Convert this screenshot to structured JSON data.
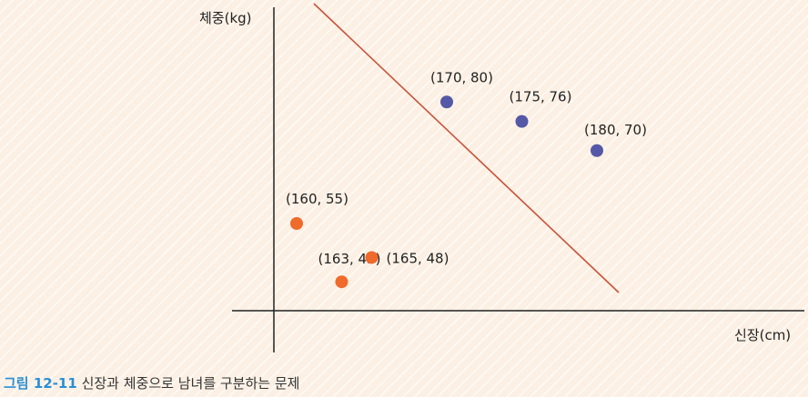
{
  "chart_data": {
    "type": "scatter",
    "xlabel": "신장(cm)",
    "ylabel": "체중(kg)",
    "series": [
      {
        "color": "#5458a6",
        "points": [
          {
            "x": 170,
            "y": 80,
            "label": "(170, 80)"
          },
          {
            "x": 175,
            "y": 76,
            "label": "(175, 76)"
          },
          {
            "x": 180,
            "y": 70,
            "label": "(180, 70)"
          }
        ]
      },
      {
        "color": "#f06a2b",
        "points": [
          {
            "x": 160,
            "y": 55,
            "label": "(160, 55)"
          },
          {
            "x": 163,
            "y": 43,
            "label": "(163, 43)"
          },
          {
            "x": 165,
            "y": 48,
            "label": "(165, 48)"
          }
        ]
      }
    ],
    "decision_line": {
      "color": "#c9523a"
    },
    "grid": false
  },
  "caption": {
    "number": "그림 12-11",
    "text": "신장과 체중으로 남녀를 구분하는 문제"
  }
}
